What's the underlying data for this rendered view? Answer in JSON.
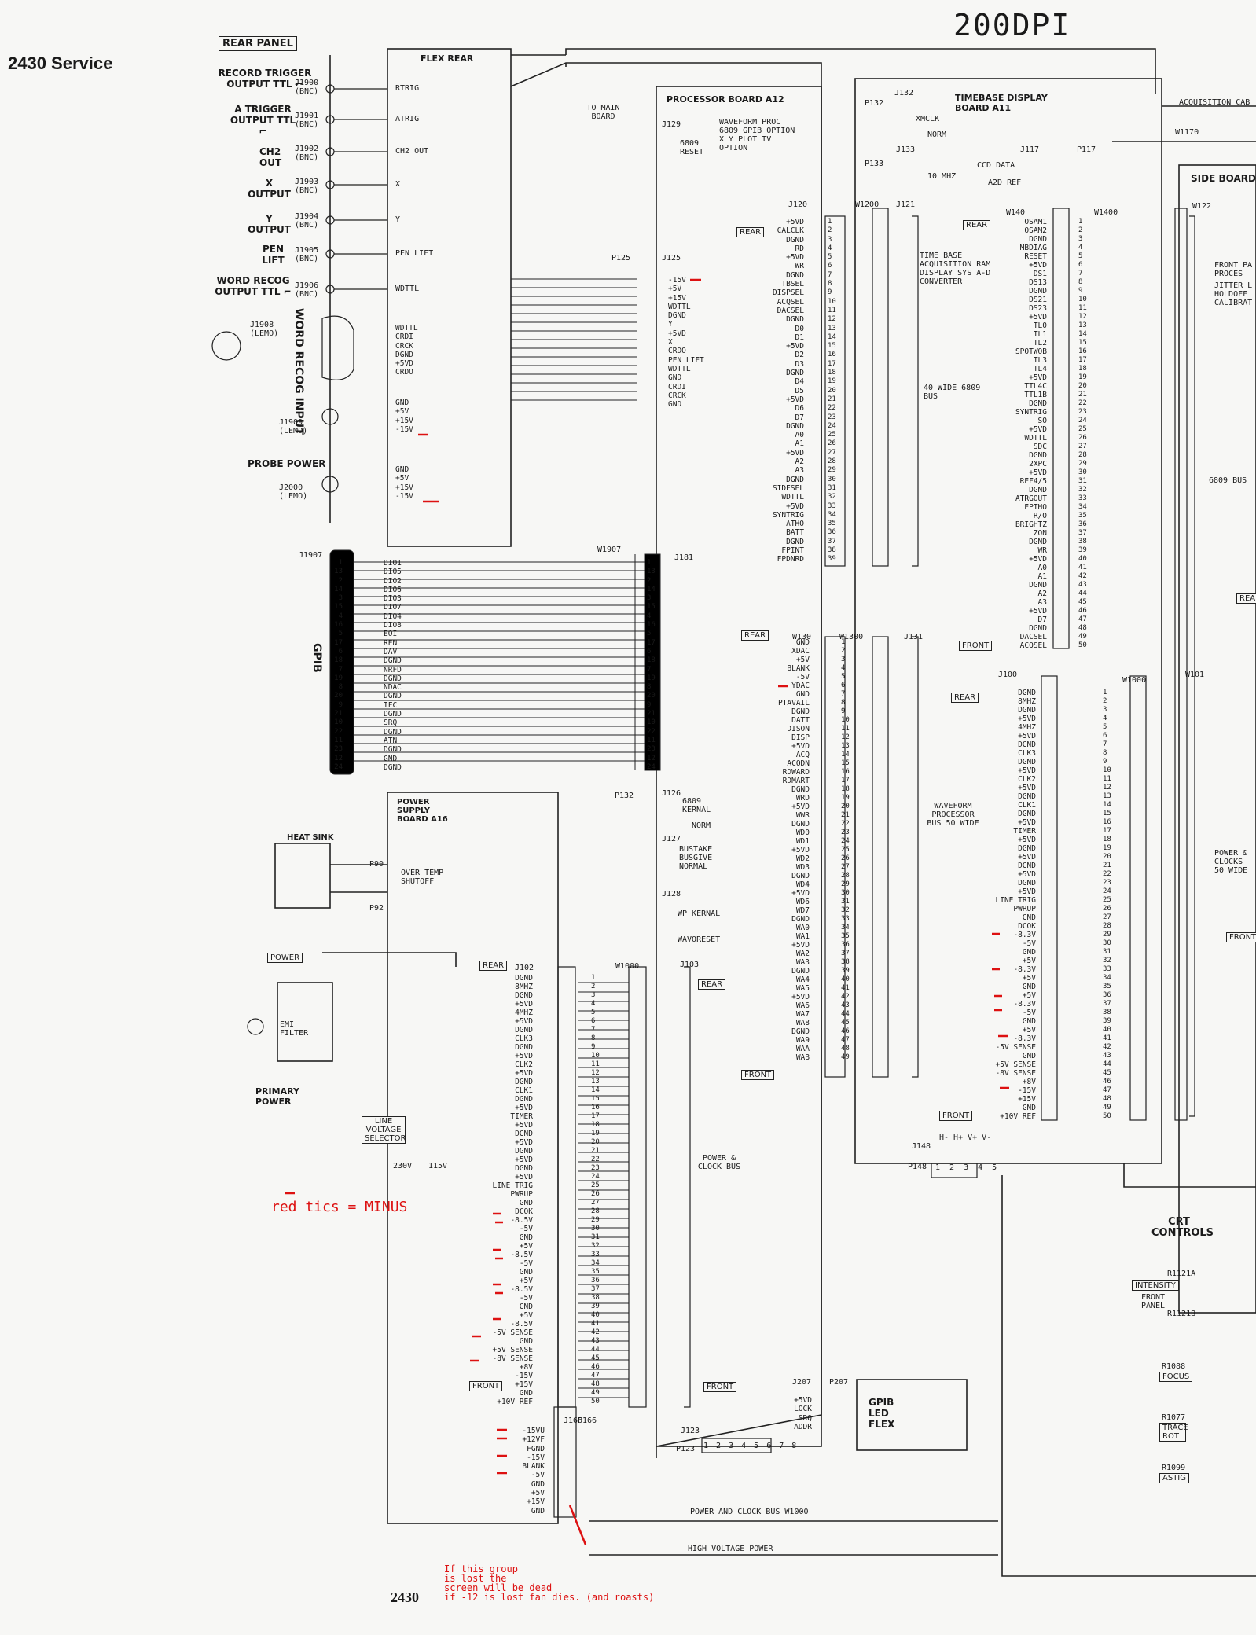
{
  "header": {
    "left_title": "2430 Service",
    "dpi": "200DPI"
  },
  "rear_panel": {
    "title": "REAR PANEL",
    "connectors": [
      {
        "label": "RECORD TRIGGER OUTPUT TTL ⌐",
        "ref": "J1900 (BNC)",
        "signal": "RTRIG"
      },
      {
        "label": "A TRIGGER OUTPUT TTL ⌐",
        "ref": "J1901 (BNC)",
        "signal": "ATRIG"
      },
      {
        "label": "CH2 OUT",
        "ref": "J1902 (BNC)",
        "signal": "CH2 OUT"
      },
      {
        "label": "X OUTPUT",
        "ref": "J1903 (BNC)",
        "signal": "X"
      },
      {
        "label": "Y OUTPUT",
        "ref": "J1904 (BNC)",
        "signal": "Y"
      },
      {
        "label": "PEN LIFT",
        "ref": "J1905 (BNC)",
        "signal": "PEN LIFT"
      },
      {
        "label": "WORD RECOG OUTPUT TTL ⌐",
        "ref": "J1906 (BNC)",
        "signal": "WDTTL"
      }
    ],
    "j1908": {
      "ref": "J1908 (LEMO)",
      "vertical": "WORD RECOG INPUT",
      "pins": [
        "WDTTL",
        "CRDI",
        "CRCK",
        "DGND",
        "+5VD",
        "CRDO"
      ]
    },
    "j1909": {
      "ref": "J1909 (LEMO)",
      "pins": [
        "GND",
        "+5V",
        "+15V",
        "-15V"
      ]
    },
    "probe_power": {
      "title": "PROBE POWER",
      "ref": "J2000 (LEMO)",
      "pins": [
        "GND",
        "+5V",
        "+15V",
        "-15V"
      ]
    }
  },
  "flex_rear": {
    "title": "FLEX REAR",
    "to_main": "TO MAIN BOARD"
  },
  "gpib": {
    "ref": "J1907",
    "vertical": "GPIB",
    "w_label": "W1907",
    "j_label": "J181",
    "pin_nums": [
      "1",
      "13",
      "2",
      "14",
      "3",
      "15",
      "4",
      "16",
      "5",
      "17",
      "6",
      "18",
      "7",
      "19",
      "8",
      "20",
      "9",
      "21",
      "10",
      "22",
      "11",
      "23",
      "12",
      "24"
    ],
    "signals": [
      "DIO1",
      "DIO5",
      "DIO2",
      "DIO6",
      "DIO3",
      "DIO7",
      "DIO4",
      "DIO8",
      "EOI",
      "REN",
      "DAV",
      "DGND",
      "NRFD",
      "DGND",
      "NDAC",
      "DGND",
      "IFC",
      "DGND",
      "SRQ",
      "DGND",
      "ATN",
      "DGND",
      "GND",
      "DGND"
    ],
    "j181_pins": [
      "1",
      "13",
      "2",
      "14",
      "3",
      "15",
      "4",
      "16",
      "5",
      "17",
      "6",
      "18",
      "7",
      "19",
      "8",
      "20",
      "9",
      "21",
      "10",
      "22",
      "11",
      "23",
      "12",
      "24"
    ]
  },
  "processor": {
    "title": "PROCESSOR BOARD A12",
    "j129": "J129",
    "j129_text": "6809 RESET",
    "features": "WAVEFORM PROC 6809 GPIB OPTION X Y PLOT TV OPTION",
    "p125": "P125",
    "j125": "J125",
    "j125_pins": [
      "-15V",
      "+5V",
      "+15V",
      "WDTTL",
      "DGND",
      "Y",
      "+5VD",
      "X",
      "CRDO",
      "PEN LIFT",
      "WDTTL",
      "GND",
      "CRDI",
      "CRCK",
      "GND"
    ],
    "j120": "J120",
    "w1200": "W1200",
    "j121": "J121",
    "j120_signals": [
      "+5VD",
      "CALCLK",
      "DGND",
      "RD",
      "+5VD",
      "WR",
      "DGND",
      "TBSEL",
      "DISPSEL",
      "ACQSEL",
      "DACSEL",
      "DGND",
      "D0",
      "D1",
      "+5VD",
      "D2",
      "D3",
      "DGND",
      "D4",
      "D5",
      "+5VD",
      "D6",
      "D7",
      "DGND",
      "A0",
      "A1",
      "+5VD",
      "A2",
      "A3",
      "DGND",
      "SIDESEL",
      "WDTTL",
      "+5VD",
      "SYNTRIG",
      "ATHO",
      "BATT",
      "DGND",
      "FPINT",
      "FPDNRD"
    ],
    "bus40": "40 WIDE 6809 BUS",
    "j126": "J126",
    "j126_text": "6809 KERNAL",
    "norm": "NORM",
    "j127": "J127",
    "j127_text": "BUSTAKE BUSGIVE NORMAL",
    "j128": "J128",
    "j128_text": "WP KERNAL",
    "wavoreset": "WAVORESET",
    "j130_label": "W130",
    "w1300": "W1300",
    "j131": "J131",
    "j130_signals": [
      "GND",
      "XDAC",
      "+5V",
      "BLANK",
      "-5V",
      "YDAC",
      "GND",
      "PTAVAIL",
      "DGND",
      "DATT",
      "DISON",
      "DISP",
      "+5VD",
      "ACQ",
      "ACQDN",
      "RDWARD",
      "RDMART",
      "DGND",
      "WRD",
      "+5VD",
      "WWR",
      "DGND",
      "WD0",
      "WD1",
      "+5VD",
      "WD2",
      "WD3",
      "DGND",
      "WD4",
      "+5VD",
      "WD6",
      "WD7",
      "DGND",
      "WA0",
      "WA1",
      "+5VD",
      "WA2",
      "WA3",
      "DGND",
      "WA4",
      "WA5",
      "+5VD",
      "WA6",
      "WA7",
      "WA8",
      "DGND",
      "WA9",
      "WAA",
      "WAB"
    ],
    "wf_bus": "WAVEFORM PROCESSOR BUS 50 WIDE",
    "j103": "J103",
    "p123": "P123",
    "j123": "J123",
    "p123_pins": [
      "1",
      "2",
      "3",
      "4",
      "5",
      "6",
      "7",
      "8"
    ],
    "j207": "J207",
    "p207": "P207",
    "gpib_led": "GPIB LED FLEX",
    "j207_signals": [
      "+5VD",
      "LOCK",
      "SRQ",
      "ADDR"
    ]
  },
  "timebase": {
    "title": "TIMEBASE DISPLAY BOARD A11",
    "p132": "P132",
    "j132": "J132",
    "xmclk": "XMCLK",
    "norm": "NORM",
    "p133": "P133",
    "j133": "J133",
    "tenmhz": "10 MHZ",
    "j117": "J117",
    "p117": "P117",
    "ccd": "CCD DATA",
    "a2d": "A2D REF",
    "desc": "TIME BASE ACQUISITION RAM DISPLAY SYS A-D CONVERTER",
    "w140": "W140",
    "w1400": "W1400",
    "w140_signals": [
      "OSAM1",
      "OSAM2",
      "DGND",
      "MBDIAG",
      "RESET",
      "+5VD",
      "DS1",
      "DS13",
      "DGND",
      "DS21",
      "DS23",
      "+5VD",
      "TL0",
      "TL1",
      "TL2",
      "SPOTWOB",
      "TL3",
      "TL4",
      "+5VD",
      "TTL4C",
      "TTL1B",
      "DGND",
      "SYNTRIG",
      "SO",
      "+5VD",
      "WDTTL",
      "SDC",
      "DGND",
      "2XPC",
      "+5VD",
      "REF4/5",
      "DGND",
      "ATRGOUT",
      "EPTHO",
      "R/O",
      "BRIGHTZ",
      "ZON",
      "DGND",
      "WR",
      "+5VD",
      "A0",
      "A1",
      "DGND",
      "A2",
      "A3",
      "+5VD",
      "D7",
      "DGND",
      "DACSEL",
      "ACQSEL"
    ],
    "j100": "J100",
    "w1000": "W1000",
    "j100_signals": [
      "DGND",
      "8MHZ",
      "DGND",
      "+5VD",
      "4MHZ",
      "+5VD",
      "DGND",
      "CLK3",
      "DGND",
      "+5VD",
      "CLK2",
      "+5VD",
      "DGND",
      "CLK1",
      "DGND",
      "+5VD",
      "TIMER",
      "+5VD",
      "DGND",
      "+5VD",
      "DGND",
      "+5VD",
      "DGND",
      "+5VD",
      "LINE TRIG",
      "PWRUP",
      "GND",
      "DCOK",
      "-8.3V",
      "-5V",
      "GND",
      "+5V",
      "-8.3V",
      "+5V",
      "GND",
      "+5V",
      "-8.3V",
      "-5V",
      "GND",
      "+5V",
      "-8.3V",
      "-5V SENSE",
      "GND",
      "+5V SENSE",
      "-8V SENSE",
      "+8V",
      "-15V",
      "+15V",
      "GND",
      "+10V REF"
    ],
    "j148": "J148",
    "p148": "P148",
    "j148_hdr": "H- H+ V+ V-",
    "p148_pins": [
      "1",
      "2",
      "3",
      "4",
      "5"
    ]
  },
  "side_board": {
    "title": "SIDE BOARD",
    "w122": "W122",
    "w101": "W101",
    "fp_text": "FRONT PA PROCES",
    "jitter": "JITTER L HOLDOFF CALIBRAT",
    "bus6809": "6809 BUS",
    "power": "POWER & CLOCKS 50 WIDE",
    "acq_cable": "ACQUISITION CAB",
    "w1170": "W1170"
  },
  "power_supply": {
    "title": "POWER SUPPLY BOARD A16",
    "heat_sink": "HEAT SINK",
    "p90": "P90",
    "p92": "P92",
    "overtemp": "OVER TEMP SHUTOFF",
    "power_tag": "POWER",
    "emi": "EMI FILTER",
    "primary": "PRIMARY POWER",
    "line_voltage": "LINE VOLTAGE SELECTOR",
    "v230": "230V",
    "v115": "115V",
    "j102": "J102",
    "w1000": "W1000",
    "j102_signals": [
      "DGND",
      "8MHZ",
      "DGND",
      "+5VD",
      "4MHZ",
      "+5VD",
      "DGND",
      "CLK3",
      "DGND",
      "+5VD",
      "CLK2",
      "+5VD",
      "DGND",
      "CLK1",
      "DGND",
      "+5VD",
      "TIMER",
      "+5VD",
      "DGND",
      "+5VD",
      "DGND",
      "+5VD",
      "DGND",
      "+5VD",
      "LINE TRIG",
      "PWRUP",
      "GND",
      "DCOK",
      "-8.5V",
      "-5V",
      "GND",
      "+5V",
      "-8.5V",
      "-5V",
      "GND",
      "+5V",
      "-8.5V",
      "-5V",
      "GND",
      "+5V",
      "-8.5V",
      "-5V SENSE",
      "GND",
      "+5V SENSE",
      "-8V SENSE",
      "+8V",
      "-15V",
      "+15V",
      "GND",
      "+10V REF"
    ],
    "pc_bus": "POWER & CLOCK BUS",
    "j166": "J166",
    "p166": "P166",
    "j166_signals": [
      "-15VU",
      "+12VF",
      "FGND",
      "-15V",
      "BLANK",
      "-5V",
      "GND",
      "+5V",
      "+15V",
      "GND"
    ],
    "bus_w1000": "POWER AND CLOCK BUS W1000",
    "hv": "HIGH VOLTAGE POWER"
  },
  "crt": {
    "title": "CRT CONTROLS",
    "intensity": "INTENSITY",
    "front": "FRONT PANEL",
    "r1121a": "R1121A",
    "r1121b": "R1121B",
    "r1088": "R1088",
    "focus": "FOCUS",
    "r1077": "R1077",
    "trace": "TRACE ROT",
    "r1099": "R1099",
    "astig": "ASTIG"
  },
  "tags": {
    "rear": "REAR",
    "front": "FRONT"
  },
  "annotations": {
    "red_key": "red tics = MINUS",
    "note": "If this group\nis lost the\nscreen will be dead\nif -12 is lost fan dies. (and roasts)",
    "page": "2430"
  }
}
